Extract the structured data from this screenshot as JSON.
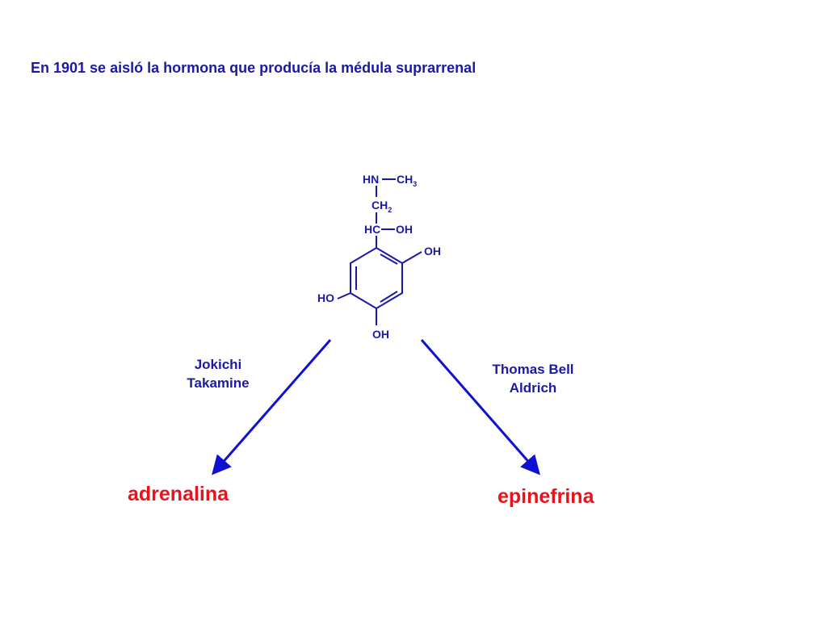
{
  "heading": "En 1901 se aisló la hormona que producía la médula suprarrenal",
  "molecule": {
    "amine_group": "HN",
    "methyl_group": "CH",
    "methyl_subscript": "3",
    "methylene_group": "CH",
    "methylene_subscript": "2",
    "carbinol_group": "HC",
    "carbinol_hydroxyl": "OH",
    "ring_hydroxyl_right": "OH",
    "ring_hydroxyl_left": "HO",
    "ring_hydroxyl_bottom": "OH"
  },
  "discoverers": {
    "left": [
      "Jokichi",
      "Takamine"
    ],
    "right": [
      "Thomas Bell",
      "Aldrich"
    ]
  },
  "results": {
    "left": "adrenalina",
    "right": "epinefrina"
  },
  "colors": {
    "heading": "#1a1aa6",
    "structure": "#1a1aa6",
    "arrows": "#1010d0",
    "names": "#1a1aa6",
    "results": "#e8141c"
  }
}
